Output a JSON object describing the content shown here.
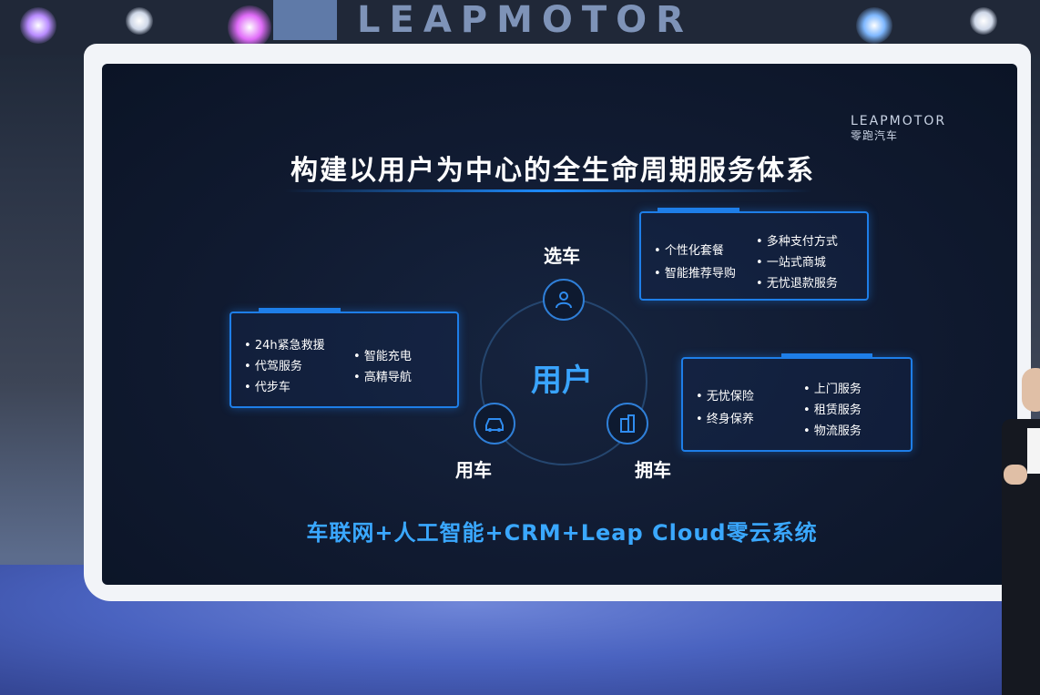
{
  "venue": {
    "brand_sign": "LEAPMOTOR",
    "colors": {
      "light_purple": "#d45cf0",
      "light_blue": "#6aa8ff",
      "floor": "#4a63c0"
    }
  },
  "screen": {
    "logo_en": "LEAPMOTOR",
    "logo_cn": "零跑汽车",
    "title": "构建以用户为中心的全生命周期服务体系",
    "center_label": "用户",
    "nodes": [
      {
        "label": "选车",
        "icon": "people-icon"
      },
      {
        "label": "用车",
        "icon": "car-icon"
      },
      {
        "label": "拥车",
        "icon": "building-icon"
      }
    ],
    "panel_select": {
      "col1": [
        "个性化套餐",
        "智能推荐导购"
      ],
      "col2": [
        "多种支付方式",
        "一站式商城",
        "无忧退款服务"
      ]
    },
    "panel_use": {
      "col1": [
        "24h紧急救援",
        "代驾服务",
        "代步车"
      ],
      "col2": [
        "智能充电",
        "高精导航"
      ]
    },
    "panel_own": {
      "col1": [
        "无忧保险",
        "终身保养"
      ],
      "col2": [
        "上门服务",
        "租赁服务",
        "物流服务"
      ]
    },
    "footer": "车联网+人工智能+CRM+Leap Cloud零云系统",
    "colors": {
      "accent_blue": "#1e7ee8",
      "center_text": "#39a4ff",
      "background": "#101a30"
    }
  }
}
